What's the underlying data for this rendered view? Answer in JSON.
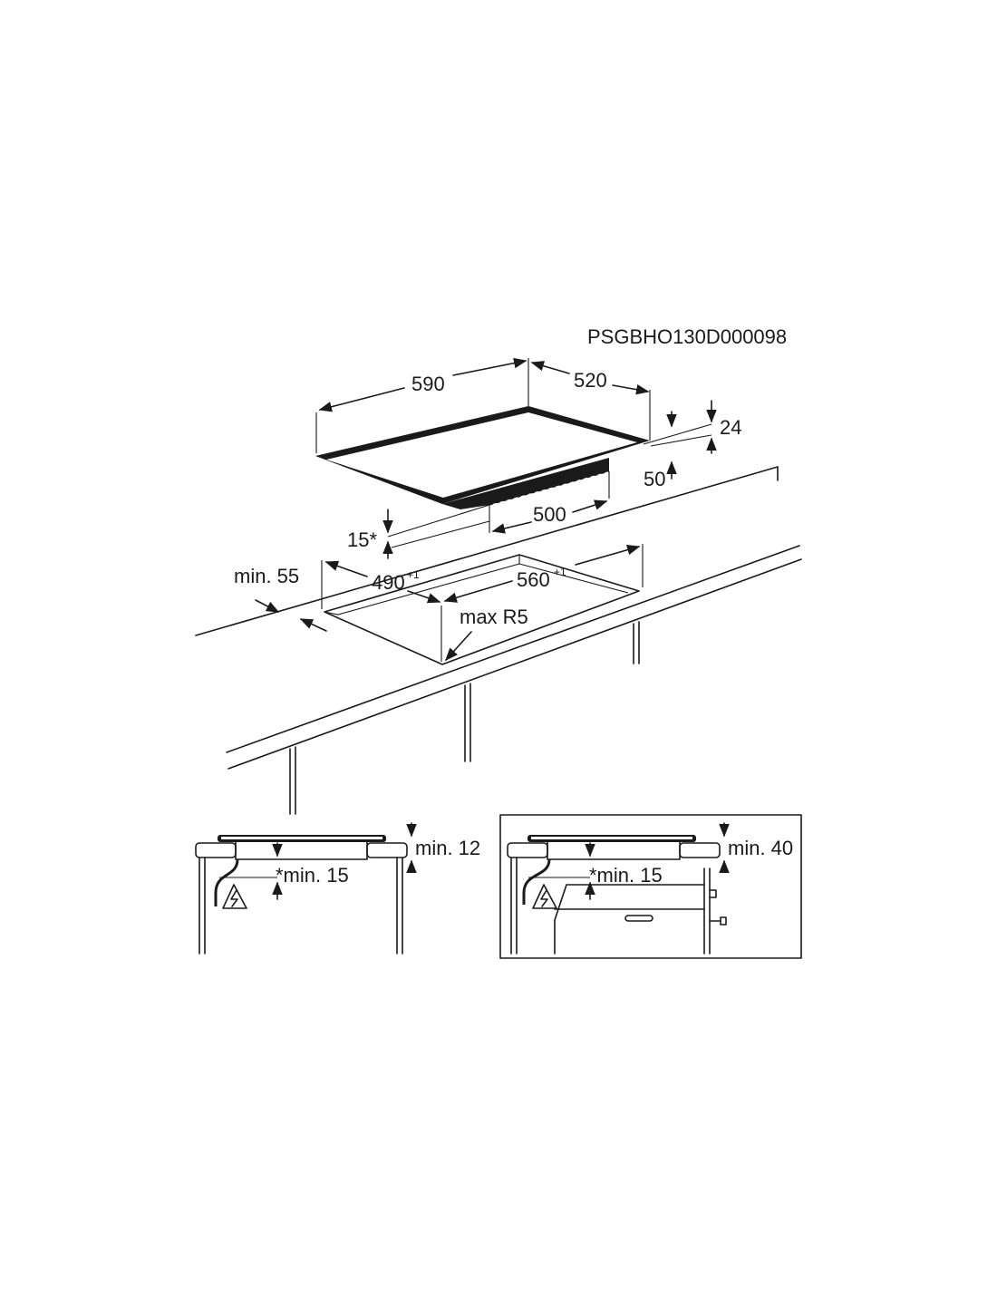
{
  "drawing_code": "PSGBHO130D000098",
  "dimensions": {
    "hob_width": "590",
    "hob_depth": "520",
    "hob_thickness": "24",
    "offset_50": "50",
    "bottom_width": "500",
    "clearance_15": "15*",
    "cutout_depth": "490",
    "cutout_depth_tol": "+1",
    "cutout_width": "560",
    "cutout_width_tol": "+1",
    "front_distance": "min. 55",
    "corner_radius": "max R5"
  },
  "detail_left": {
    "top_clearance": "min. 12",
    "bottom_clearance": "*min. 15",
    "warning_icon": "high-voltage-warning-icon"
  },
  "detail_right": {
    "top_clearance": "min. 40",
    "bottom_clearance": "*min. 15",
    "warning_icon": "high-voltage-warning-icon"
  }
}
